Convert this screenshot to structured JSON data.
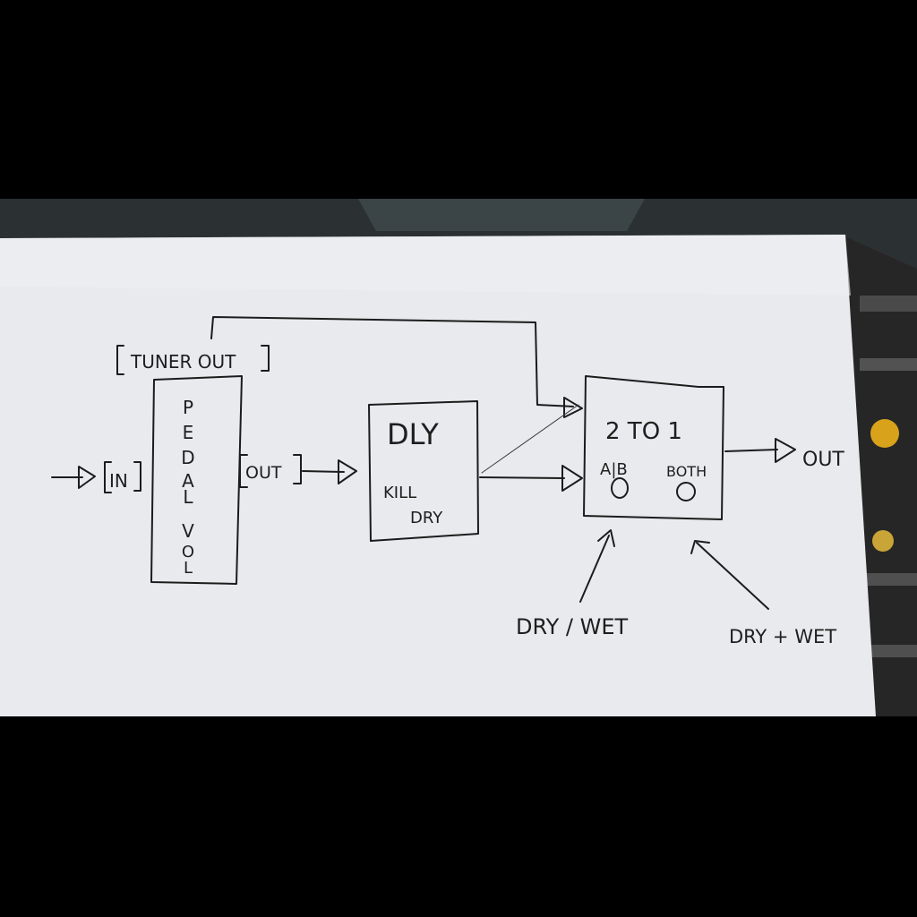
{
  "diagram": {
    "tuner_out_label": "TUNER OUT",
    "input_label": "IN",
    "pedal_vol_letters": [
      "P",
      "E",
      "D",
      "A",
      "L",
      "V",
      "O",
      "L"
    ],
    "pedal_out_label": "OUT",
    "delay": {
      "title": "DLY",
      "line1": "KILL",
      "line2": "DRY"
    },
    "switcher": {
      "title": "2 TO 1",
      "switch_ab_label": "A|B",
      "switch_both_label": "BOTH"
    },
    "output_label": "OUT",
    "annotation_ab": "DRY / WET",
    "annotation_both": "DRY + WET"
  }
}
